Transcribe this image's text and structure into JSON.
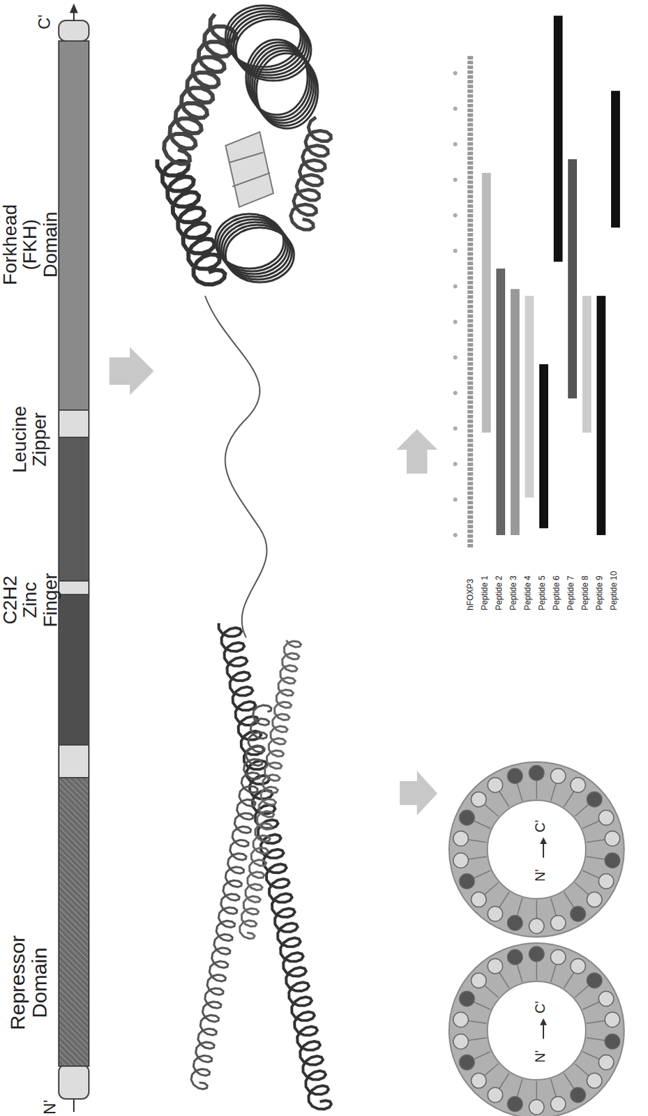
{
  "diagram": {
    "labels": [
      "Repressor Domain",
      "C2H2 Zinc Finger",
      "Leucine Zipper",
      "Forkhead (FKH) Domain",
      "N'",
      "C'",
      "N'",
      "C'",
      "N'",
      "C'",
      "hFOXP3",
      "Peptide 1",
      "Peptide 2",
      "Peptide 3",
      "Peptide 4",
      "Peptide 5",
      "Peptide 6",
      "Peptide 7",
      "Peptide 8",
      "Peptide 9",
      "Peptide 10"
    ]
  }
}
